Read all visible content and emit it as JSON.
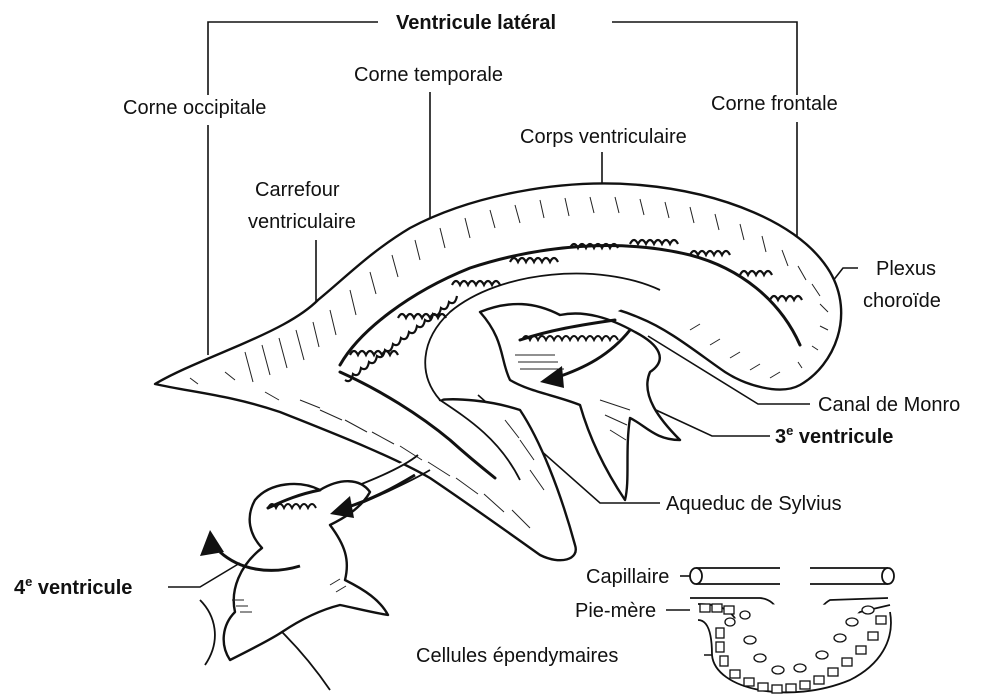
{
  "labels": {
    "ventricule_lateral": "Ventricule latéral",
    "corne_temporale": "Corne temporale",
    "corne_occipitale": "Corne occipitale",
    "corne_frontale": "Corne frontale",
    "corps_ventriculaire": "Corps ventriculaire",
    "carrefour_line1": "Carrefour",
    "carrefour_line2": "ventriculaire",
    "plexus_line1": "Plexus",
    "plexus_line2": "choroïde",
    "canal_monro": "Canal de Monro",
    "troisieme_num": "3",
    "troisieme_sup": "e",
    "troisieme_word": " ventricule",
    "aqueduc": "Aqueduc de Sylvius",
    "quatrieme_num": "4",
    "quatrieme_sup": "e",
    "quatrieme_word": " ventricule",
    "capillaire": "Capillaire",
    "pie_mere": "Pie-mère",
    "cellules": "Cellules épendymaires"
  }
}
